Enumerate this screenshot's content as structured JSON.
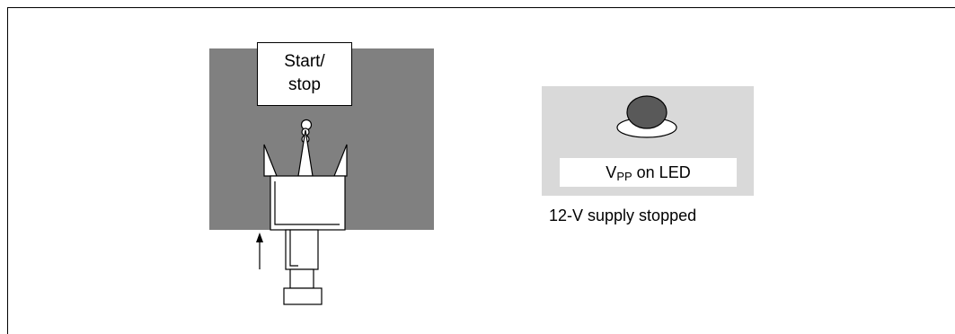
{
  "start_stop": {
    "line1": "Start/",
    "line2": "stop"
  },
  "led": {
    "label_main": "V",
    "label_sub": "PP",
    "label_rest": " on LED"
  },
  "status": {
    "text": "12-V supply stopped"
  },
  "colors": {
    "dark_panel": "#808080",
    "led_panel": "#d9d9d9",
    "led_dome": "#595959"
  }
}
